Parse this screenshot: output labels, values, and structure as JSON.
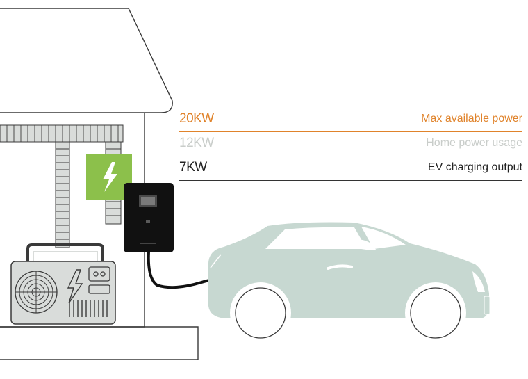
{
  "power_rows": [
    {
      "value": "20KW",
      "label": "Max available power",
      "color": "#e0832b",
      "rule_color": "#e0832b"
    },
    {
      "value": "12KW",
      "label": "Home power usage",
      "color": "#c9cdca",
      "rule_color": "#d3dbd6"
    },
    {
      "value": "7KW",
      "label": "EV charging output",
      "color": "#222222",
      "rule_color": "#333333"
    }
  ],
  "colors": {
    "house_outline": "#3a3a3a",
    "fill_gray": "#d9dcda",
    "car_body": "#c7d8d1",
    "accent_green": "#8cc04b",
    "charger_body": "#111111"
  },
  "icons": [
    "lightning-bolt-icon",
    "fan-icon",
    "lightning-icon",
    "outlet-icon"
  ]
}
